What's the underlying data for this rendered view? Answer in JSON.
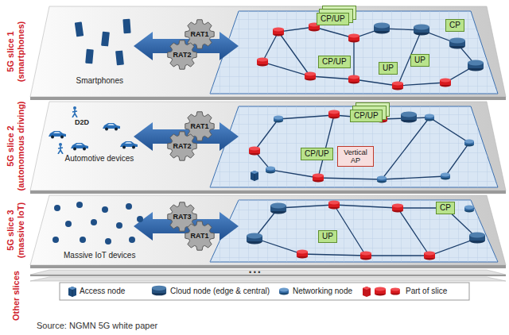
{
  "diagram": {
    "caption": "Source: NGMN 5G white paper",
    "nodes": [
      {
        "text": [
          "5G slice 1 (smartphones)",
          "Smartphones"
        ]
      },
      {
        "text": [
          "RAT1"
        ],
        "in": 0
      },
      {
        "text": [
          "RAT2"
        ],
        "in": 0
      },
      {
        "text": [
          "CP/UP"
        ],
        "in": 0
      },
      {
        "text": [
          "CP"
        ],
        "in": 0
      },
      {
        "text": [
          "CP/UP"
        ],
        "in": 0
      },
      {
        "text": [
          "UP"
        ],
        "in": 0
      },
      {
        "text": [
          "UP"
        ],
        "in": 0
      },
      {
        "text": [
          "5G slice 2 (autonomous driving)",
          "D2D",
          "Automotive devices"
        ]
      },
      {
        "text": [
          "RAT1"
        ],
        "in": 8
      },
      {
        "text": [
          "RAT2"
        ],
        "in": 8
      },
      {
        "text": [
          "CP/UP"
        ],
        "in": 8
      },
      {
        "text": [
          "CP/UP"
        ],
        "in": 8
      },
      {
        "text": [
          "Vertical AP"
        ],
        "in": 8
      },
      {
        "text": [
          "5G slice 3 (massive IoT)",
          "Massive IoT devices"
        ]
      },
      {
        "text": [
          "RAT3"
        ],
        "in": 14
      },
      {
        "text": [
          "RAT1"
        ],
        "in": 14
      },
      {
        "text": [
          "CP"
        ],
        "in": 14
      },
      {
        "text": [
          "UP"
        ],
        "in": 14
      }
    ],
    "labels": [
      "• • •",
      "Other slices"
    ],
    "legend": [
      {
        "text": "Access node"
      },
      {
        "text": "Cloud node (edge & central)"
      },
      {
        "text": "Networking node"
      },
      {
        "text": "Part of slice"
      }
    ]
  }
}
